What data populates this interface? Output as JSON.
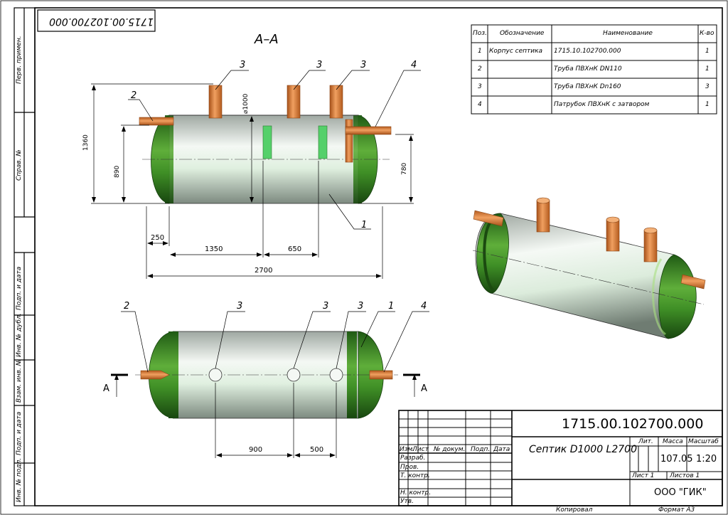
{
  "doc_code_rotated": "1715.00.102700.000",
  "section_title": "A–A",
  "section_mark": "A",
  "dims": {
    "height_total": "1360",
    "height_inlet": "890",
    "height_outlet": "780",
    "diameter": "⌀1000",
    "dim_250": "250",
    "dim_1350": "1350",
    "dim_650": "650",
    "dim_2700": "2700",
    "dim_900": "900",
    "dim_500": "500"
  },
  "callouts": {
    "c1": "1",
    "c2": "2",
    "c3": "3",
    "c4": "4"
  },
  "side_stamps": [
    "Перв. примен.",
    "Справ. №",
    "Подп. и дата",
    "Инв. № дубл.",
    "Взам. инв. №",
    "Подп. и дата",
    "Инв. № подл."
  ],
  "spec": {
    "headers": [
      "Поз.",
      "Обозначение",
      "Наименование",
      "К-во"
    ],
    "rows": [
      {
        "pos": "1",
        "code": "Корпус септика",
        "name": "1715.10.102700.000",
        "qty": "1"
      },
      {
        "pos": "2",
        "code": "",
        "name": "Труба ПВХнК DN110",
        "qty": "1"
      },
      {
        "pos": "3",
        "code": "",
        "name": "Труба ПВХнК Dn160",
        "qty": "3"
      },
      {
        "pos": "4",
        "code": "",
        "name": "Патрубок ПВХнК с затвором",
        "qty": "1"
      }
    ]
  },
  "title_block": {
    "doc_code": "1715.00.102700.000",
    "product": "Септик D1000 L2700",
    "col_headers": [
      "Изм.",
      "Лист",
      "№ докум.",
      "Подп.",
      "Дата"
    ],
    "roles": [
      "Разраб.",
      "Пров.",
      "Т. контр.",
      "",
      "Н. контр.",
      "Утв."
    ],
    "lit_label": "Лит.",
    "mass_label": "Масса",
    "scale_label": "Масштаб",
    "mass": "107.05",
    "scale": "1:20",
    "sheet": "Лист 1",
    "sheets": "Листов 1",
    "company": "ООО \"ГИК\""
  },
  "footer": {
    "copied": "Копировал",
    "format": "Формат А3"
  },
  "colors": {
    "green": "#2f7d1e",
    "green_light": "#8fd06a",
    "pipe": "#d9772a",
    "window": "#55d06a"
  }
}
